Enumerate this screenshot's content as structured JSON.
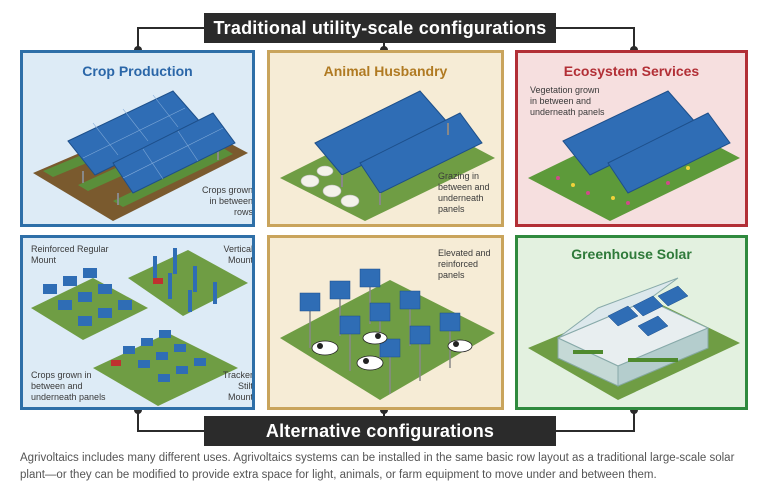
{
  "banners": {
    "top": "Traditional utility-scale configurations",
    "bottom": "Alternative configurations"
  },
  "panels": {
    "crop": {
      "title": "Crop Production",
      "note": "Crops grown in between rows"
    },
    "animal": {
      "title": "Animal Husbandry",
      "note": "Grazing in between and underneath panels"
    },
    "eco": {
      "title": "Ecosystem Services",
      "note": "Vegetation grown in between and underneath panels"
    },
    "alt1": {
      "note_reinforced": "Reinforced Regular Mount",
      "note_vertical": "Vertical Mount",
      "note_crops": "Crops grown in between and underneath panels",
      "note_tracker": "Tracker Stilt Mount"
    },
    "alt2": {
      "note": "Elevated and reinforced panels"
    },
    "green": {
      "title": "Greenhouse Solar"
    }
  },
  "caption": "Agrivoltaics includes many different uses. Agrivoltaics systems can be installed in the same basic row layout as a traditional large-scale solar plant—or they can be modified to provide extra space for light, animals, or farm equipment to move under and between them.",
  "colors": {
    "banner_bg": "#2b2b2b",
    "blue_border": "#2e6fa8",
    "tan_border": "#c9a45c",
    "red_border": "#b22f36",
    "green_border": "#2f8a3e",
    "panel_blue": "#2f6db5"
  }
}
